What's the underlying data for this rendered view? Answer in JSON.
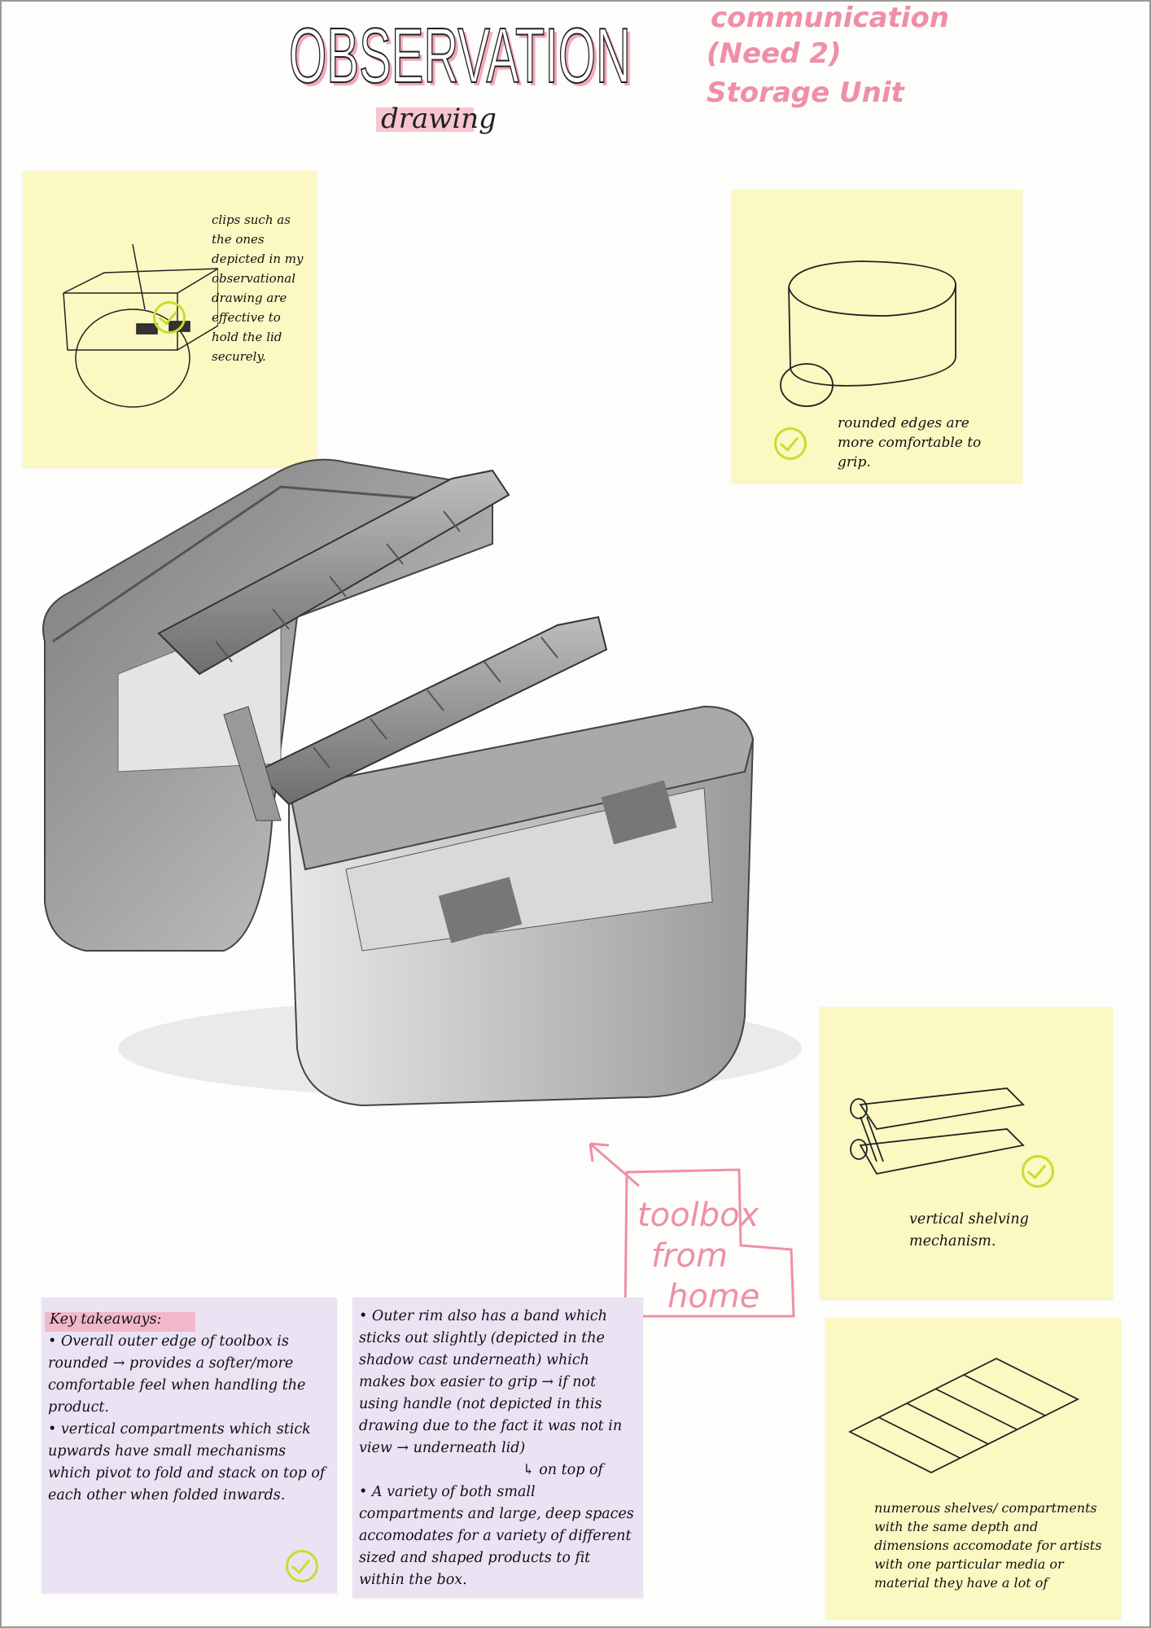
{
  "header": {
    "title": "OBSERVATION",
    "subtitle": "drawing",
    "side_notes": [
      "communication",
      "(Need 2)",
      "Storage Unit"
    ]
  },
  "notes": {
    "clips": "clips such as the ones depicted in my observational drawing are effective to hold the lid securely.",
    "rounded": "rounded edges are more comfortable to grip.",
    "shelving": "vertical shelving mechanism.",
    "compartments": "numerous shelves/ compartments with the same depth and dimensions accomodate for artists with one particular media or material they have a lot of",
    "key_title": "Key takeaways:",
    "key_points": [
      "• Overall outer edge of toolbox is rounded → provides a softer/more comfortable feel when handling the product.",
      "• vertical compartments which stick upwards have small mechanisms which pivot to fold and stack on top of each other when folded inwards."
    ],
    "rim_points": [
      "• Outer rim also has a band which sticks out slightly (depicted in the shadow cast underneath) which makes box easier to grip → if not using handle (not depicted in this drawing due to the fact it was not in view → underneath lid)",
      "↳ on top of",
      "• A variety of both small compartments and large, deep spaces accomodates for a variety of different sized and shaped products to fit within the box."
    ]
  },
  "label": {
    "lines": [
      "toolbox",
      "from",
      "home"
    ]
  },
  "colors": {
    "pink": "#ef8fa6",
    "yellow_note": "#fbf8c2",
    "purple_note": "#ebe2f4",
    "check": "#c4df2e"
  }
}
